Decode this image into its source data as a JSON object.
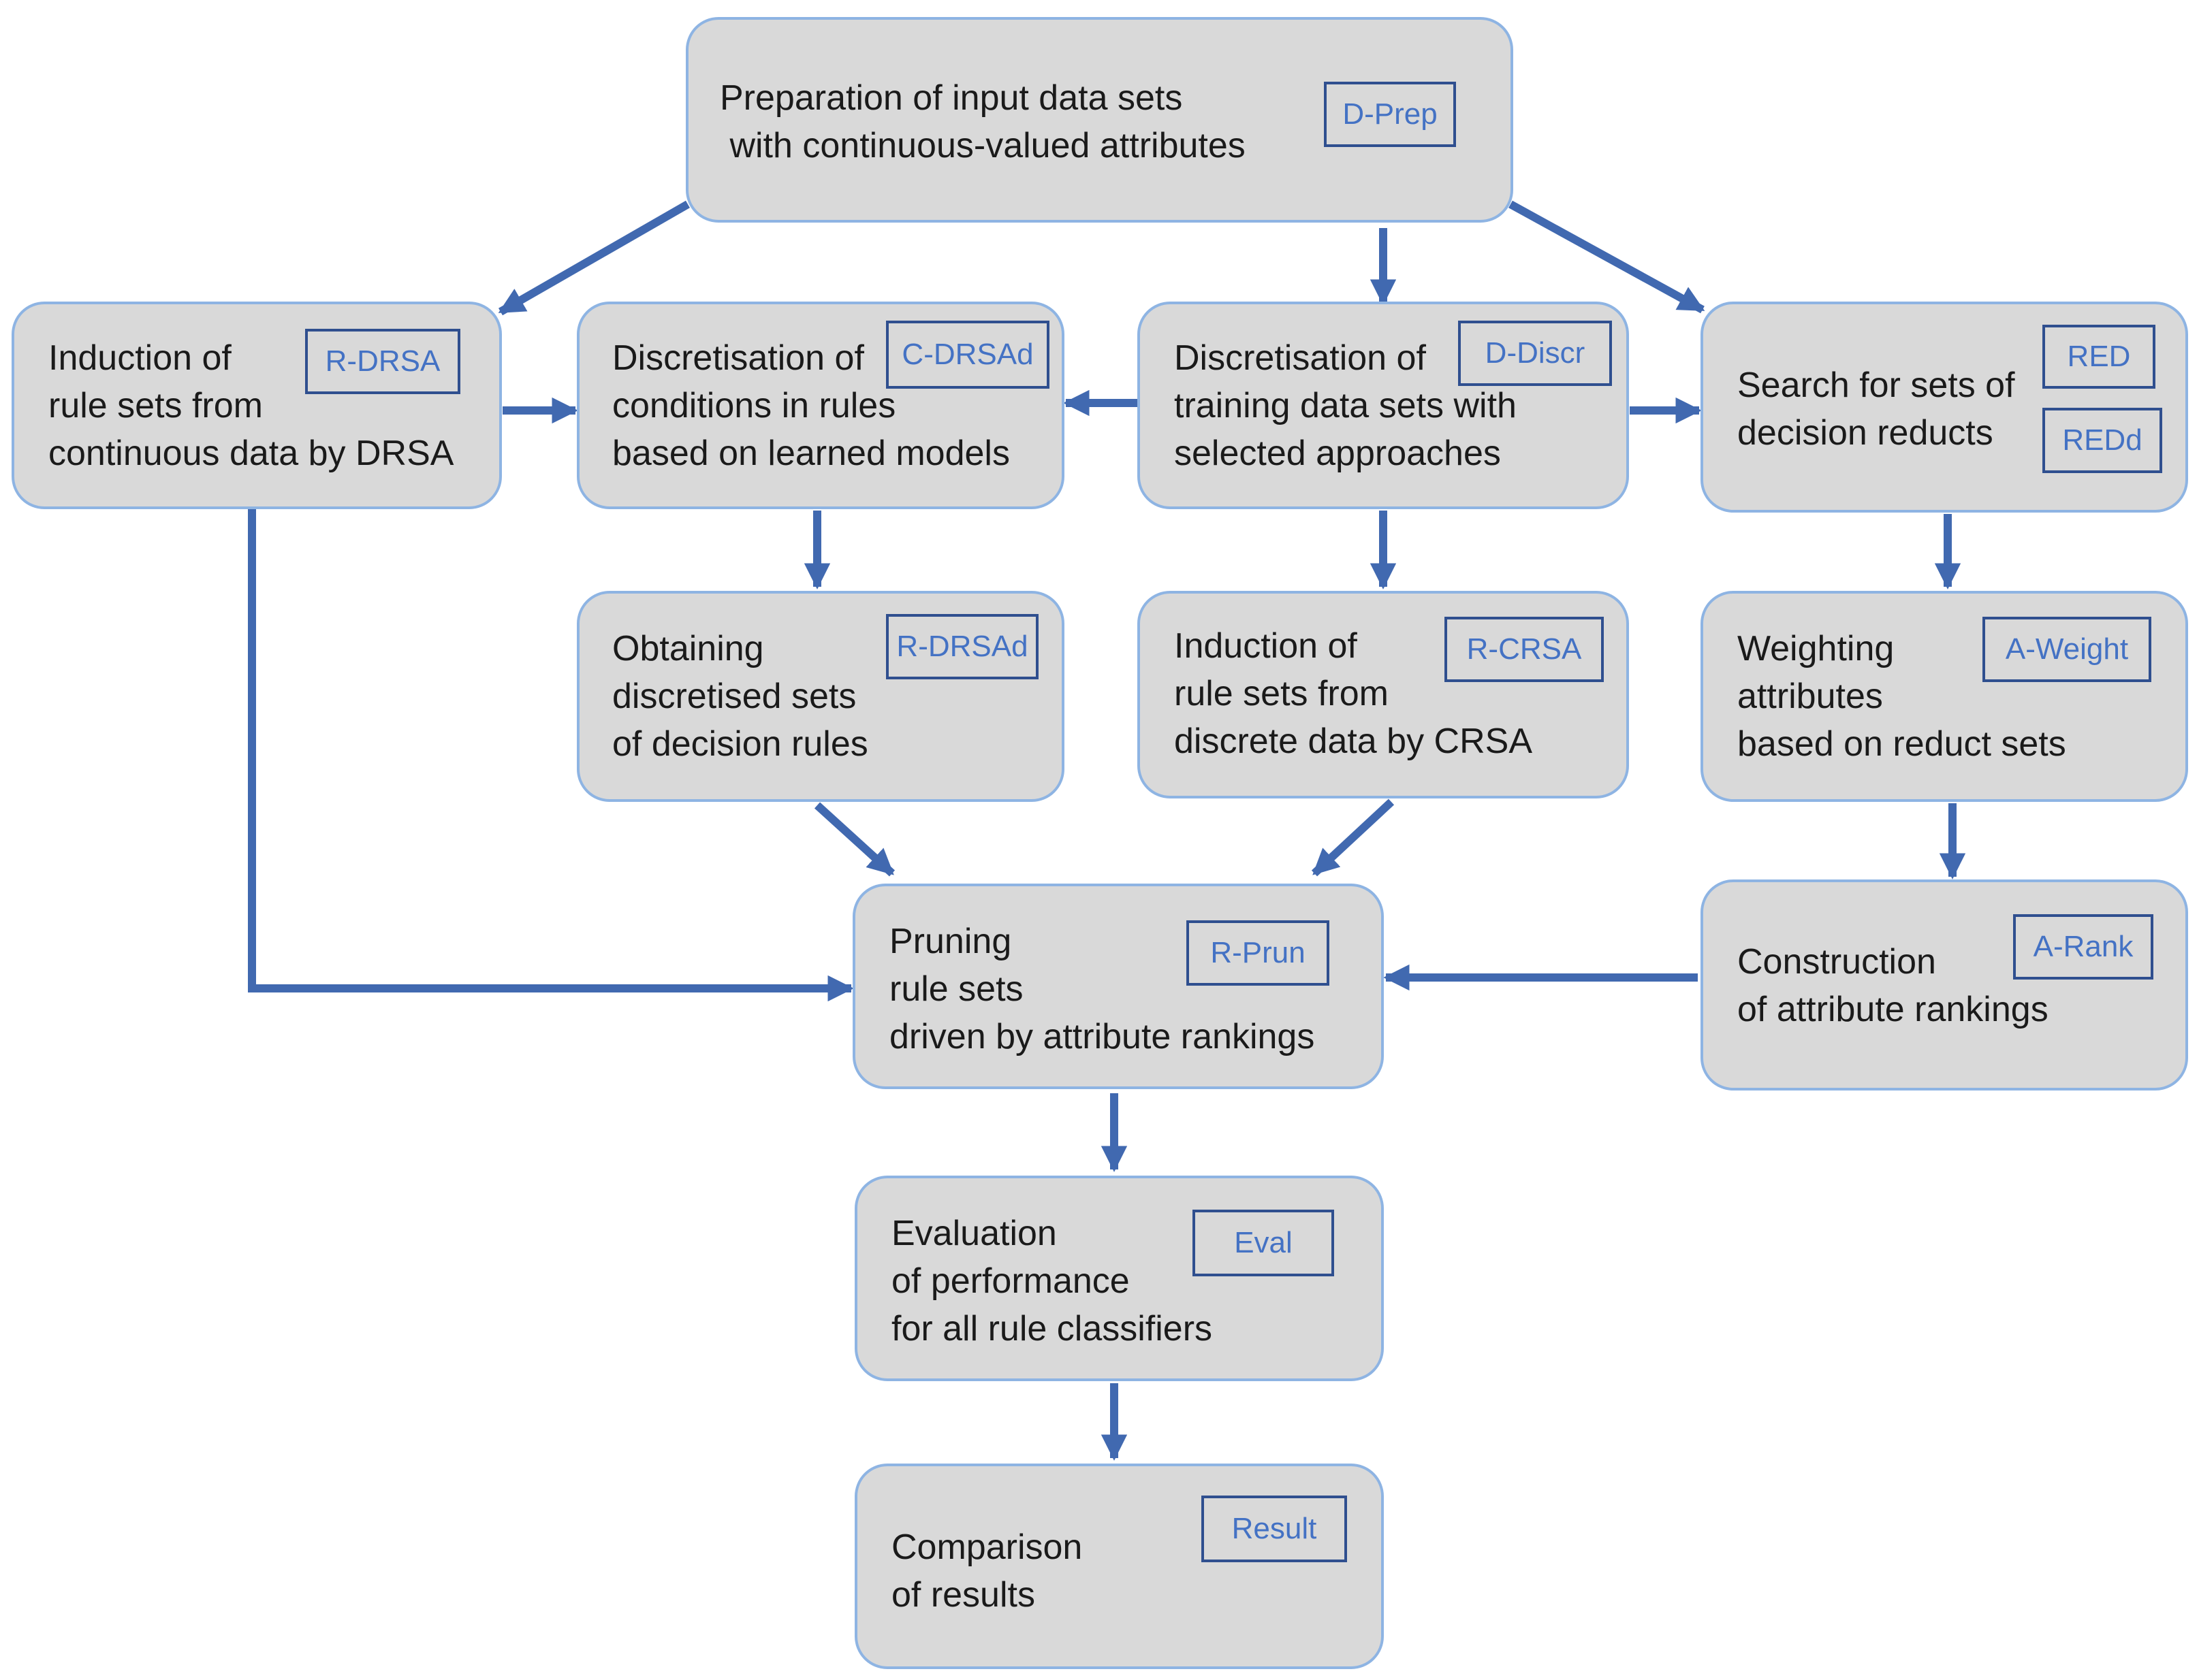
{
  "colors": {
    "box_fill": "#d9d9d9",
    "box_border": "#8eb4e3",
    "arrow": "#4169b0",
    "tag_text": "#4472c4",
    "tag_border": "#2f4f8f"
  },
  "nodes": {
    "dprep": {
      "lines": [
        "Preparation of input data sets",
        " with continuous-valued attributes"
      ],
      "tags": [
        "D-Prep"
      ]
    },
    "rdrsa": {
      "lines": [
        "Induction of",
        "rule sets from",
        "continuous data by DRSA"
      ],
      "tags": [
        "R-DRSA"
      ]
    },
    "cdrsad": {
      "lines": [
        "Discretisation of",
        "conditions in rules",
        "based on learned models"
      ],
      "tags": [
        "C-DRSAd"
      ]
    },
    "ddiscr": {
      "lines": [
        "Discretisation of",
        "training data sets with",
        "selected approaches"
      ],
      "tags": [
        "D-Discr"
      ]
    },
    "red": {
      "lines": [
        "Search for sets of",
        "decision reducts"
      ],
      "tags": [
        "RED",
        "REDd"
      ]
    },
    "rdrsad": {
      "lines": [
        "Obtaining",
        "discretised sets",
        "of decision rules"
      ],
      "tags": [
        "R-DRSAd"
      ]
    },
    "rcrsa": {
      "lines": [
        "Induction of",
        "rule sets from",
        "discrete data by CRSA"
      ],
      "tags": [
        "R-CRSA"
      ]
    },
    "aweight": {
      "lines": [
        "Weighting",
        "attributes",
        "based on reduct sets"
      ],
      "tags": [
        "A-Weight"
      ]
    },
    "rprun": {
      "lines": [
        "Pruning",
        "rule sets",
        "driven by attribute rankings"
      ],
      "tags": [
        "R-Prun"
      ]
    },
    "arank": {
      "lines": [
        "Construction",
        "of attribute rankings"
      ],
      "tags": [
        "A-Rank"
      ]
    },
    "eval": {
      "lines": [
        "Evaluation",
        "of performance",
        "for all rule classifiers"
      ],
      "tags": [
        "Eval"
      ]
    },
    "result": {
      "lines": [
        "Comparison",
        "of results"
      ],
      "tags": [
        "Result"
      ]
    }
  },
  "edges": [
    {
      "from": "dprep",
      "to": "rdrsa"
    },
    {
      "from": "dprep",
      "to": "ddiscr"
    },
    {
      "from": "dprep",
      "to": "red"
    },
    {
      "from": "rdrsa",
      "to": "cdrsad"
    },
    {
      "from": "ddiscr",
      "to": "cdrsad"
    },
    {
      "from": "ddiscr",
      "to": "red"
    },
    {
      "from": "cdrsad",
      "to": "rdrsad"
    },
    {
      "from": "ddiscr",
      "to": "rcrsa"
    },
    {
      "from": "red",
      "to": "aweight"
    },
    {
      "from": "rdrsad",
      "to": "rprun"
    },
    {
      "from": "rcrsa",
      "to": "rprun"
    },
    {
      "from": "rdrsa",
      "to": "rprun"
    },
    {
      "from": "aweight",
      "to": "arank"
    },
    {
      "from": "arank",
      "to": "rprun"
    },
    {
      "from": "rprun",
      "to": "eval"
    },
    {
      "from": "eval",
      "to": "result"
    }
  ]
}
